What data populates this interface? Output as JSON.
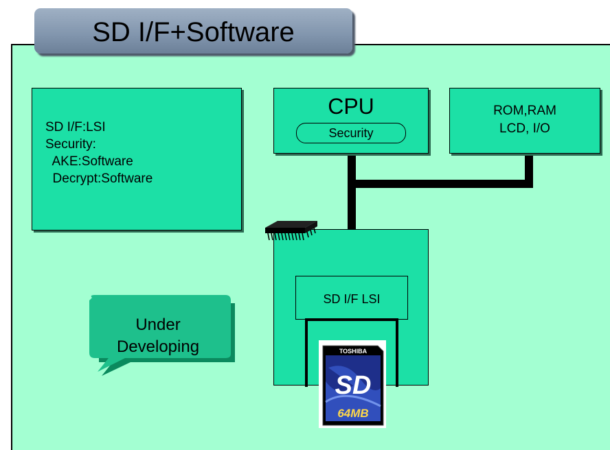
{
  "title": "SD I/F+Software",
  "left_box": {
    "lines": [
      "SD I/F:LSI",
      "Security:",
      "  AKE:Software",
      "  Decrypt:Software"
    ]
  },
  "cpu_box": {
    "label": "CPU",
    "security_label": "Security"
  },
  "rom_box": {
    "line1": "ROM,RAM",
    "line2": "LCD, I/O"
  },
  "lsi_box": {
    "label": "SD I/F LSI"
  },
  "bubble": {
    "line1": "Under",
    "line2": "Developing"
  },
  "sd_card": {
    "brand": "TOSHIBA",
    "logo": "SD",
    "capacity": "64MB"
  },
  "colors": {
    "panel": "#a3ffd2",
    "box": "#1ce0a6",
    "tab": "#8195ad",
    "bubble": "#1ec08c"
  }
}
